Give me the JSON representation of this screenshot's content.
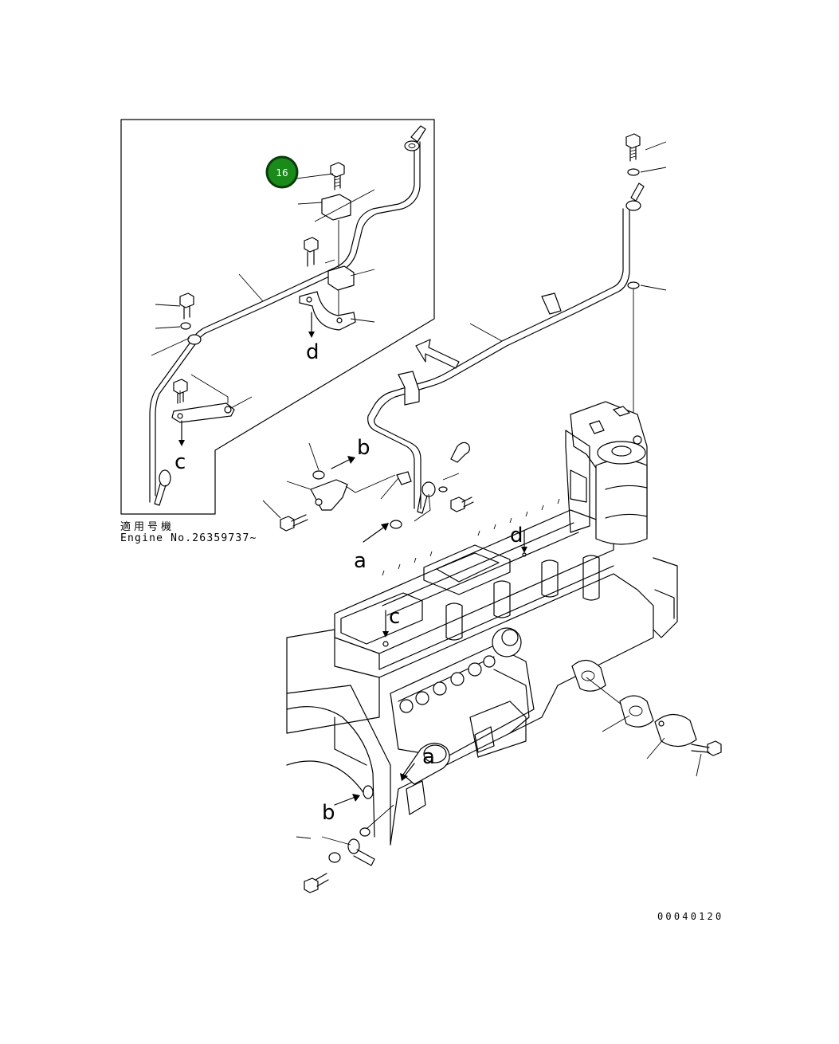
{
  "callout": {
    "number": "16",
    "fill_color": "#1a8a1a",
    "border_color": "#0b3d0b"
  },
  "applicability": {
    "label_jp": "適用号機",
    "engine_no": "Engine No.26359737~"
  },
  "drawing_code": "00040120",
  "reference_letters": {
    "a": "a",
    "b": "b",
    "c": "c",
    "d": "d"
  }
}
